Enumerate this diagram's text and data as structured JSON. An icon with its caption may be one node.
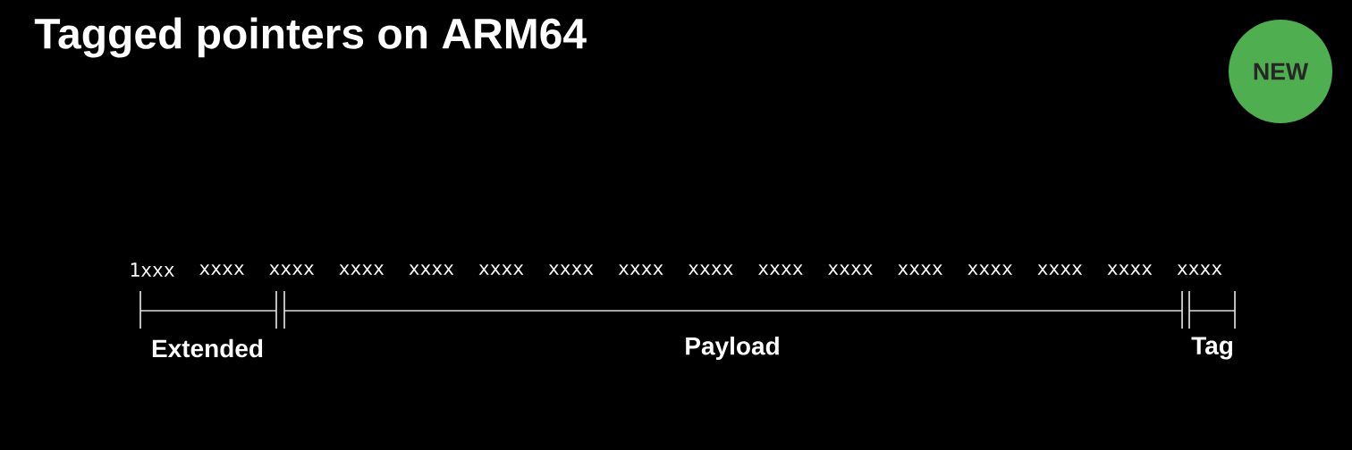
{
  "diagram": {
    "title": "Tagged pointers on ARM64",
    "nodes": [
      {
        "text": [
          "NEW"
        ]
      }
    ],
    "labels": [
      "1xxx",
      "xxxx",
      "xxxx",
      "xxxx",
      "xxxx",
      "xxxx",
      "xxxx",
      "xxxx",
      "xxxx",
      "xxxx",
      "xxxx",
      "xxxx",
      "xxxx",
      "xxxx",
      "xxxx",
      "xxxx",
      "Extended",
      "Payload",
      "Tag"
    ]
  }
}
